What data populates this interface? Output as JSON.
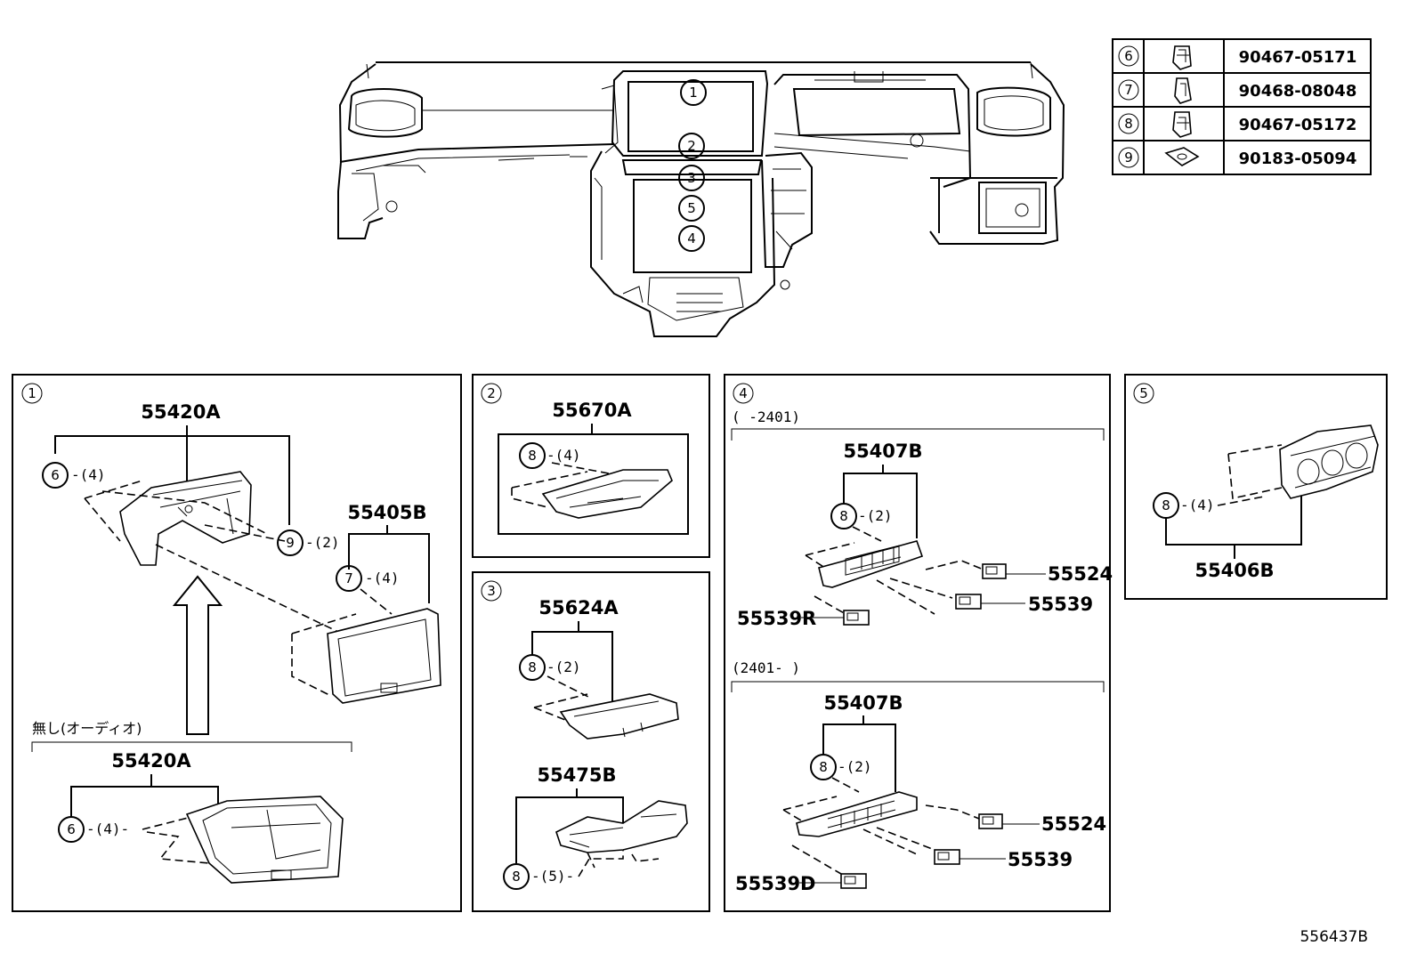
{
  "diagram_code": "556437B",
  "legend": [
    {
      "no": "6",
      "part": "90467-05171"
    },
    {
      "no": "7",
      "part": "90468-08048"
    },
    {
      "no": "8",
      "part": "90467-05172"
    },
    {
      "no": "9",
      "part": "90183-05094"
    }
  ],
  "overview_callouts": [
    "1",
    "2",
    "3",
    "5",
    "4"
  ],
  "panel1": {
    "no": "1",
    "main_part": "55420A",
    "clip6": "6",
    "clip6_qty": "-(4)",
    "clip9": "9",
    "clip9_qty": "-(2)",
    "frame_part": "55405B",
    "clip7": "7",
    "clip7_qty": "-(4)",
    "variant_note": "無し(オーディオ)",
    "alt_part": "55420A",
    "alt_clip6": "6",
    "alt_clip6_qty": "-(4)-"
  },
  "panel2": {
    "no": "2",
    "part": "55670A",
    "clip8": "8",
    "clip8_qty": "-(4)"
  },
  "panel3": {
    "no": "3",
    "part_a": "55624A",
    "clip8_a": "8",
    "clip8_a_qty": "-(2)",
    "part_b": "55475B",
    "clip8_b": "8",
    "clip8_b_qty": "-(5)-"
  },
  "panel4": {
    "no": "4",
    "range1": "(      -2401)",
    "part1": "55407B",
    "clip8_1": "8",
    "clip8_1_qty": "-(2)",
    "sw1": "55524",
    "sw2": "55539",
    "sw3": "55539R",
    "range2": "(2401-      )",
    "part2": "55407B",
    "clip8_2": "8",
    "clip8_2_qty": "-(2)",
    "sw4": "55524",
    "sw5": "55539",
    "sw6": "55539D"
  },
  "panel5": {
    "no": "5",
    "part": "55406B",
    "clip8": "8",
    "clip8_qty": "-(4)"
  }
}
